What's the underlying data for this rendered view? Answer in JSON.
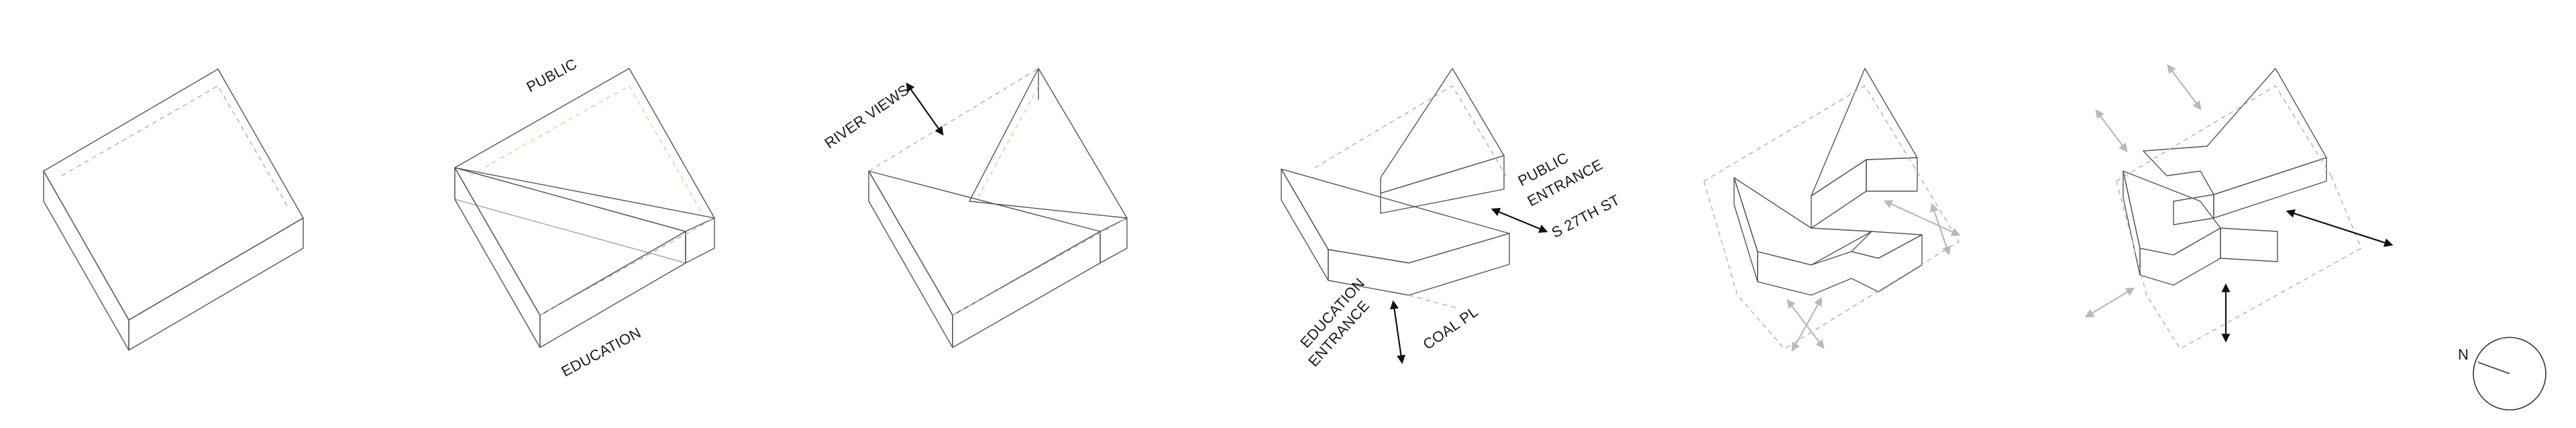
{
  "labels": {
    "public_top": "PUBLIC",
    "education_bottom": "EDUCATION",
    "river_views": "RIVER VIEWS",
    "public_entrance_1": "PUBLIC",
    "public_entrance_2": "ENTRANCE",
    "street": "S 27TH ST",
    "education_entrance_1": "EDUCATION",
    "education_entrance_2": "ENTRANCE",
    "coal_pl": "COAL PL",
    "north": "N"
  },
  "colors": {
    "grey_top": "#f2f2f2",
    "grey_side": "#e4e4e4",
    "yellow_top": "#fdf6df",
    "yellow_side": "#f8ebbf",
    "blue_top": "#eef3fb",
    "blue_side": "#d6e4f6",
    "edge": "#555555",
    "arrow_black": "#111111",
    "arrow_grey": "#b9b9b9"
  }
}
